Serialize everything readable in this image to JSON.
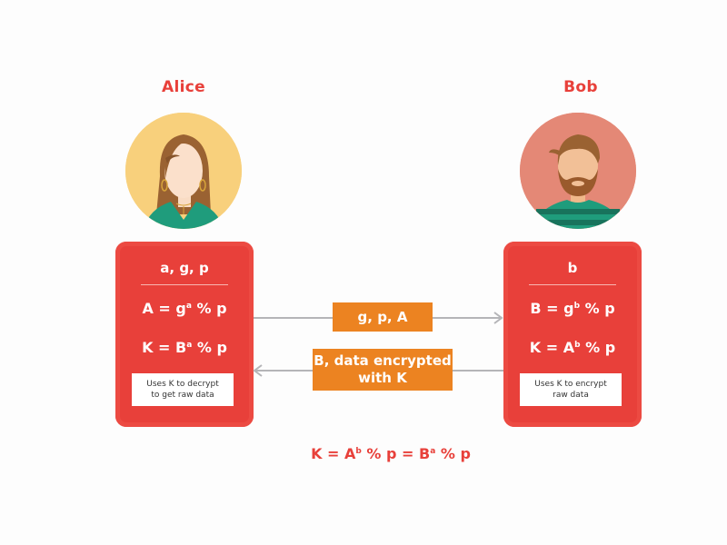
{
  "alice": {
    "name": "Alice",
    "avatar_bg": "#f8d07c",
    "card": {
      "header": "a, g, p",
      "eq1": {
        "lhs": "A = g",
        "sup": "a",
        "rhs": " % p"
      },
      "eq2": {
        "lhs": "K = B",
        "sup": "a",
        "rhs": " % p"
      },
      "note_line1": "Uses K to decrypt",
      "note_line2": "to get raw data"
    }
  },
  "bob": {
    "name": "Bob",
    "avatar_bg": "#e48876",
    "card": {
      "header": "b",
      "eq1": {
        "lhs": "B = g",
        "sup": "b",
        "rhs": " % p"
      },
      "eq2": {
        "lhs": "K = A",
        "sup": "b",
        "rhs": " % p"
      },
      "note_line1": "Uses K to encrypt",
      "note_line2": "raw data"
    }
  },
  "messages": {
    "to_bob": "g, p, A",
    "to_alice_line1": "B, data encrypted",
    "to_alice_line2": "with K"
  },
  "shared_key": {
    "p1": "K = A",
    "s1": "b",
    "p2": " % p = B",
    "s2": "a",
    "p3": " % p"
  },
  "colors": {
    "card_red": "#e8403a",
    "message_orange": "#ec8321",
    "arrow_gray": "#b5b5b8"
  }
}
